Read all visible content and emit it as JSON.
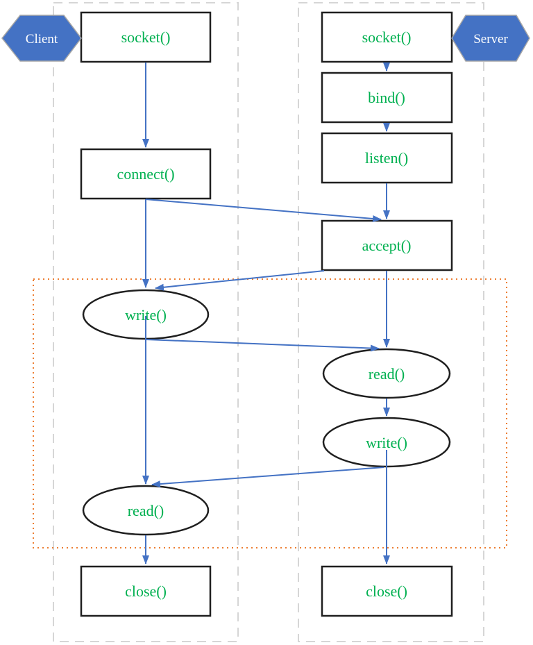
{
  "colors": {
    "arrow_blue": "#4472c4",
    "function_text_green": "#00b050",
    "hexagon_fill": "#4472c4",
    "hexagon_border": "#a6a6a6",
    "shape_outline": "#1f1f1f",
    "lane_dash": "#d6d6d6",
    "transfer_region_dash": "#ed7d31"
  },
  "client": {
    "label": "Client",
    "socket": "socket()",
    "connect": "connect()",
    "write": "write()",
    "read": "read()",
    "close": "close()"
  },
  "server": {
    "label": "Server",
    "socket": "socket()",
    "bind": "bind()",
    "listen": "listen()",
    "accept": "accept()",
    "read": "read()",
    "write": "write()",
    "close": "close()"
  }
}
